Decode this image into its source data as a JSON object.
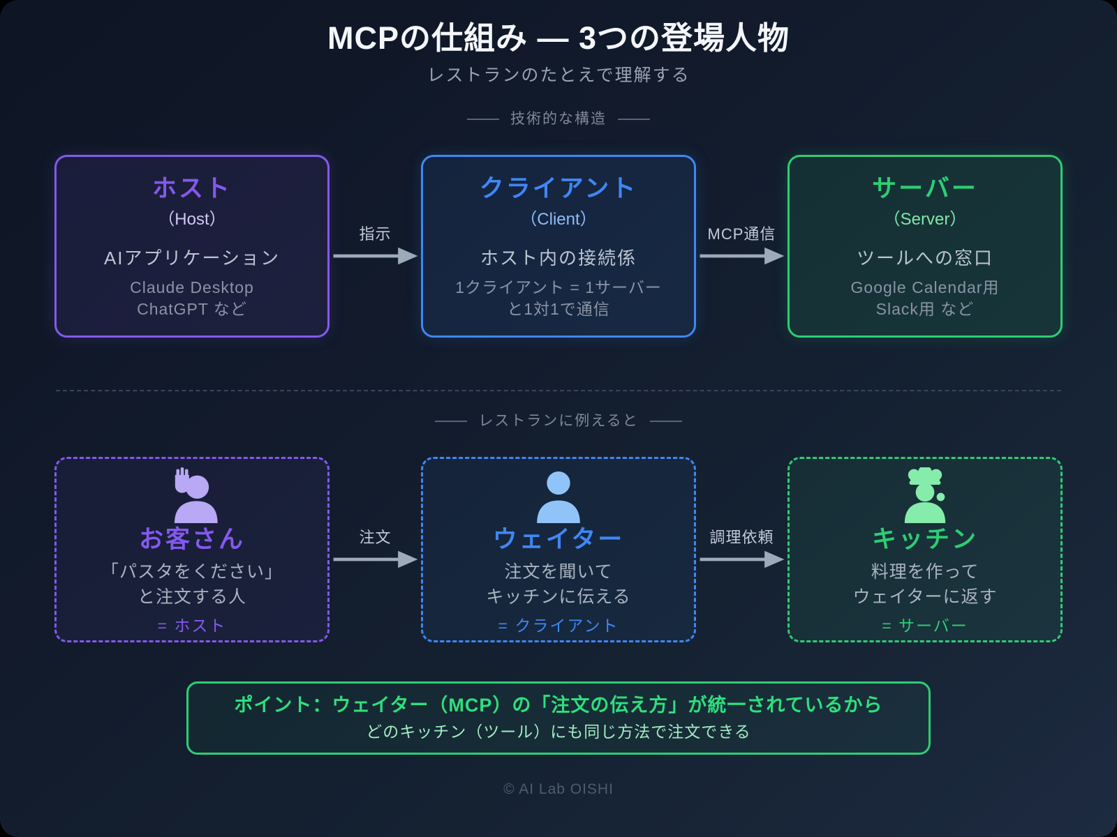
{
  "header": {
    "title": "MCPの仕組み — 3つの登場人物",
    "subtitle": "レストランのたとえで理解する"
  },
  "sections": {
    "technical": {
      "label": "技術的な構造",
      "boxes": [
        {
          "title": "ホスト",
          "subtitle": "（Host）",
          "role": "AIアプリケーション",
          "examples": [
            "Claude Desktop",
            "ChatGPT など"
          ]
        },
        {
          "title": "クライアント",
          "subtitle": "（Client）",
          "role": "ホスト内の接続係",
          "examples": [
            "1クライアント = 1サーバー",
            "と1対1で通信"
          ]
        },
        {
          "title": "サーバー",
          "subtitle": "（Server）",
          "role": "ツールへの窓口",
          "examples": [
            "Google Calendar用",
            "Slack用 など"
          ]
        }
      ],
      "arrows": [
        {
          "label": "指示"
        },
        {
          "label": "MCP通信"
        }
      ]
    },
    "restaurant": {
      "label": "レストランに例えると",
      "boxes": [
        {
          "icon": "customer-raising-hand-icon",
          "title": "お客さん",
          "lines": [
            "「パスタをください」",
            "と注文する人"
          ],
          "equals": "= ホスト"
        },
        {
          "icon": "waiter-icon",
          "title": "ウェイター",
          "lines": [
            "注文を聞いて",
            "キッチンに伝える"
          ],
          "equals": "= クライアント"
        },
        {
          "icon": "chef-icon",
          "title": "キッチン",
          "lines": [
            "料理を作って",
            "ウェイターに返す"
          ],
          "equals": "= サーバー"
        }
      ],
      "arrows": [
        {
          "label": "注文"
        },
        {
          "label": "調理依頼"
        }
      ]
    }
  },
  "point": {
    "line1": "ポイント：ウェイター（MCP）の「注文の伝え方」が統一されているから",
    "line2": "どのキッチン（ツール）にも同じ方法で注文できる"
  },
  "footer": "© AI Lab OISHI",
  "colors": {
    "purple": "#8459ef",
    "blue": "#3f87f5",
    "green": "#2dce74"
  }
}
